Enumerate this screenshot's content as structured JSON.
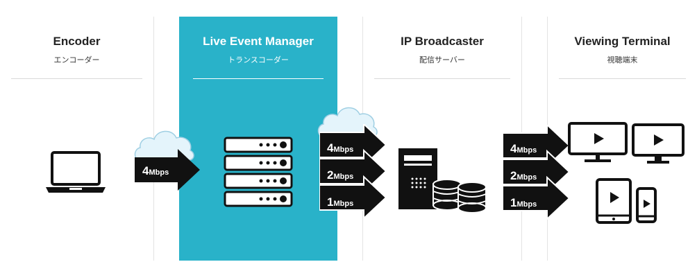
{
  "columns": {
    "encoder": {
      "title": "Encoder",
      "subtitle": "エンコーダー"
    },
    "lem": {
      "title": "Live Event Manager",
      "subtitle": "トランスコーダー"
    },
    "ipb": {
      "title": "IP Broadcaster",
      "subtitle": "配信サーバー"
    },
    "vt": {
      "title": "Viewing Terminal",
      "subtitle": "視聴端末"
    }
  },
  "arrows": {
    "encoder_to_lem": {
      "num": "4",
      "unit": "Mbps"
    },
    "lem_to_ipb": [
      {
        "num": "4",
        "unit": "Mbps"
      },
      {
        "num": "2",
        "unit": "Mbps"
      },
      {
        "num": "1",
        "unit": "Mbps"
      }
    ],
    "ipb_to_vt": [
      {
        "num": "4",
        "unit": "Mbps"
      },
      {
        "num": "2",
        "unit": "Mbps"
      },
      {
        "num": "1",
        "unit": "Mbps"
      }
    ]
  },
  "colors": {
    "accent": "#29b2c9",
    "cloud_fill": "#e4f4fb",
    "cloud_stroke": "#9fcfe3",
    "icon": "#111111"
  },
  "icons": {
    "encoder": "laptop-icon",
    "lem": "server-rack-icon",
    "ipb": "server-database-icon",
    "vt": [
      "monitor-play-icon",
      "desktop-play-icon",
      "tablet-play-icon",
      "phone-play-icon"
    ]
  }
}
